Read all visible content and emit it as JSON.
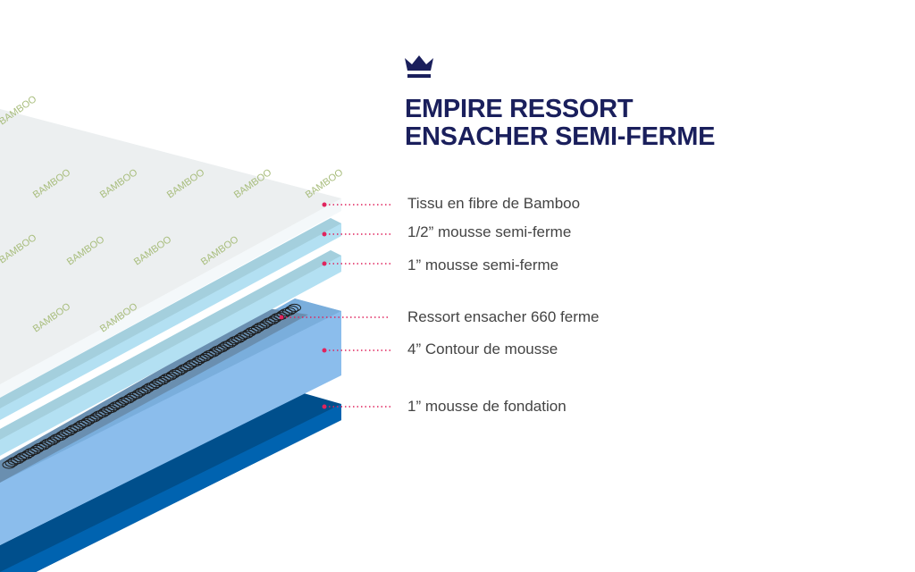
{
  "header": {
    "logo_icon": "crown-icon",
    "title_line1": "EMPIRE RESSORT",
    "title_line2": "ENSACHER SEMI-FERME"
  },
  "fabric_text": "BAMBOO",
  "layers": [
    {
      "label": "Tissu en fibre de Bamboo"
    },
    {
      "label": "1/2” mousse semi-ferme"
    },
    {
      "label": "1” mousse semi-ferme"
    },
    {
      "label": "Ressort ensacher 660 ferme"
    },
    {
      "label": "4” Contour de mousse"
    },
    {
      "label": "1” mousse de fondation"
    }
  ],
  "colors": {
    "title": "#1a1f5c",
    "callout": "#e0245e",
    "fabric": "#eceff0",
    "foam_light": "#b3e0f2",
    "core": "#8bbdec",
    "foundation": "#00589e"
  }
}
